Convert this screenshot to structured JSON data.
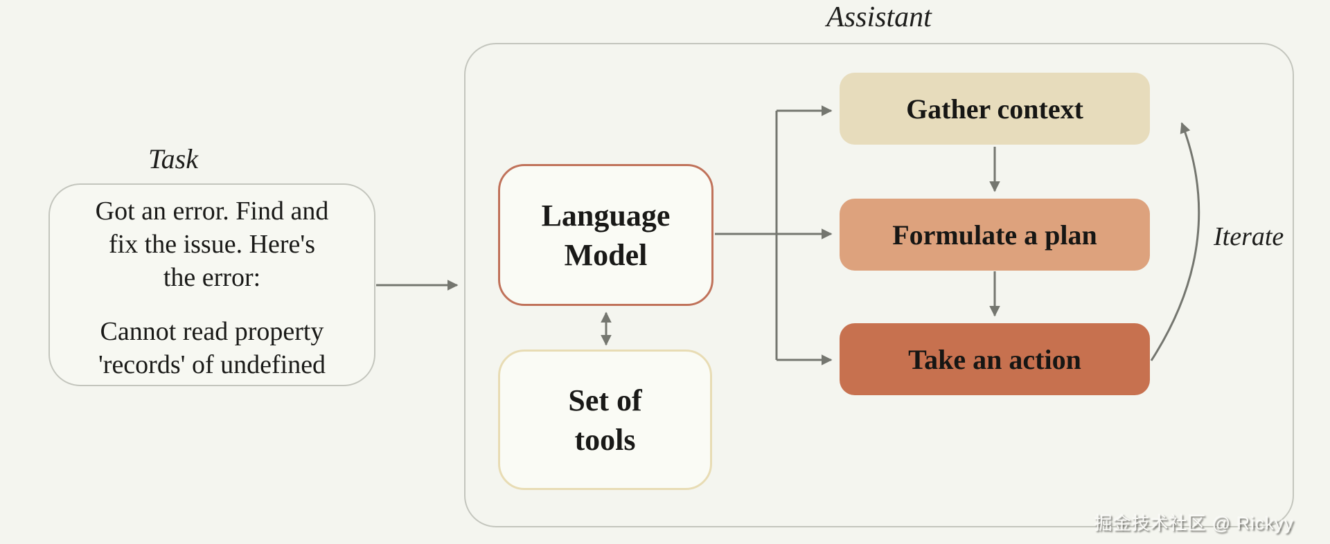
{
  "page": {
    "background_color": "#f4f5ef",
    "watermark": "掘金技术社区 @ Rickyy"
  },
  "task": {
    "title": "Task",
    "request_lines": [
      "Got an error. Find and",
      "fix the issue. Here's",
      "the error:"
    ],
    "error_lines": [
      "Cannot read property",
      "'records' of undefined"
    ]
  },
  "assistant": {
    "title": "Assistant",
    "language_model": {
      "lines": [
        "Language",
        "Model"
      ],
      "border_color": "#c0725a"
    },
    "set_of_tools": {
      "lines": [
        "Set of",
        "tools"
      ],
      "border_color": "#e8dcb4"
    },
    "steps": [
      {
        "label": "Gather context",
        "fill_color": "#e7dcbc"
      },
      {
        "label": "Formulate a plan",
        "fill_color": "#dda27d"
      },
      {
        "label": "Take an action",
        "fill_color": "#c7714f"
      }
    ],
    "iterate_label": "Iterate",
    "arrow_color": "#74766f"
  }
}
